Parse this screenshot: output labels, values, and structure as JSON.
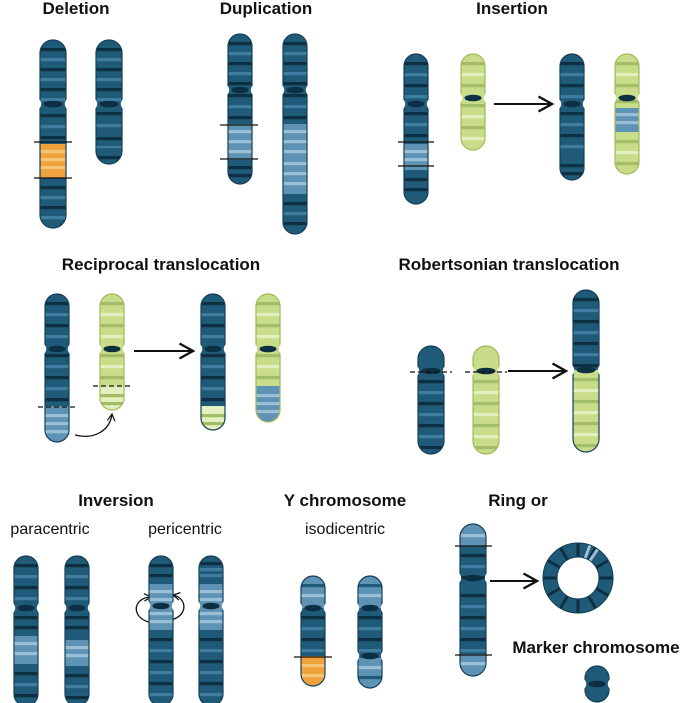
{
  "titles": {
    "deletion": "Deletion",
    "duplication": "Duplication",
    "insertion": "Insertion",
    "reciprocal": "Reciprocal translocation",
    "robertsonian": "Robertsonian translocation",
    "inversion": "Inversion",
    "paracentric": "paracentric",
    "pericentric": "pericentric",
    "y_chromosome": "Y chromosome",
    "isodicentric": "isodicentric",
    "ring": "Ring or",
    "marker": "Marker chromosome"
  },
  "colors": {
    "dark_blue": "#1f5a79",
    "dark_blue_stroke": "#163f57",
    "dark_band": "#0d2f42",
    "light_band": "#3f7da0",
    "lime": "#c9dc8a",
    "lime_stroke": "#9fbb55",
    "lime_band": "#a3bd66",
    "lime_pale": "#e4efbf",
    "steel": "#5e93b6",
    "steel_pale": "#9bbfd4",
    "orange": "#f0a23c",
    "orange_band": "#f6c676",
    "text": "#111111"
  }
}
